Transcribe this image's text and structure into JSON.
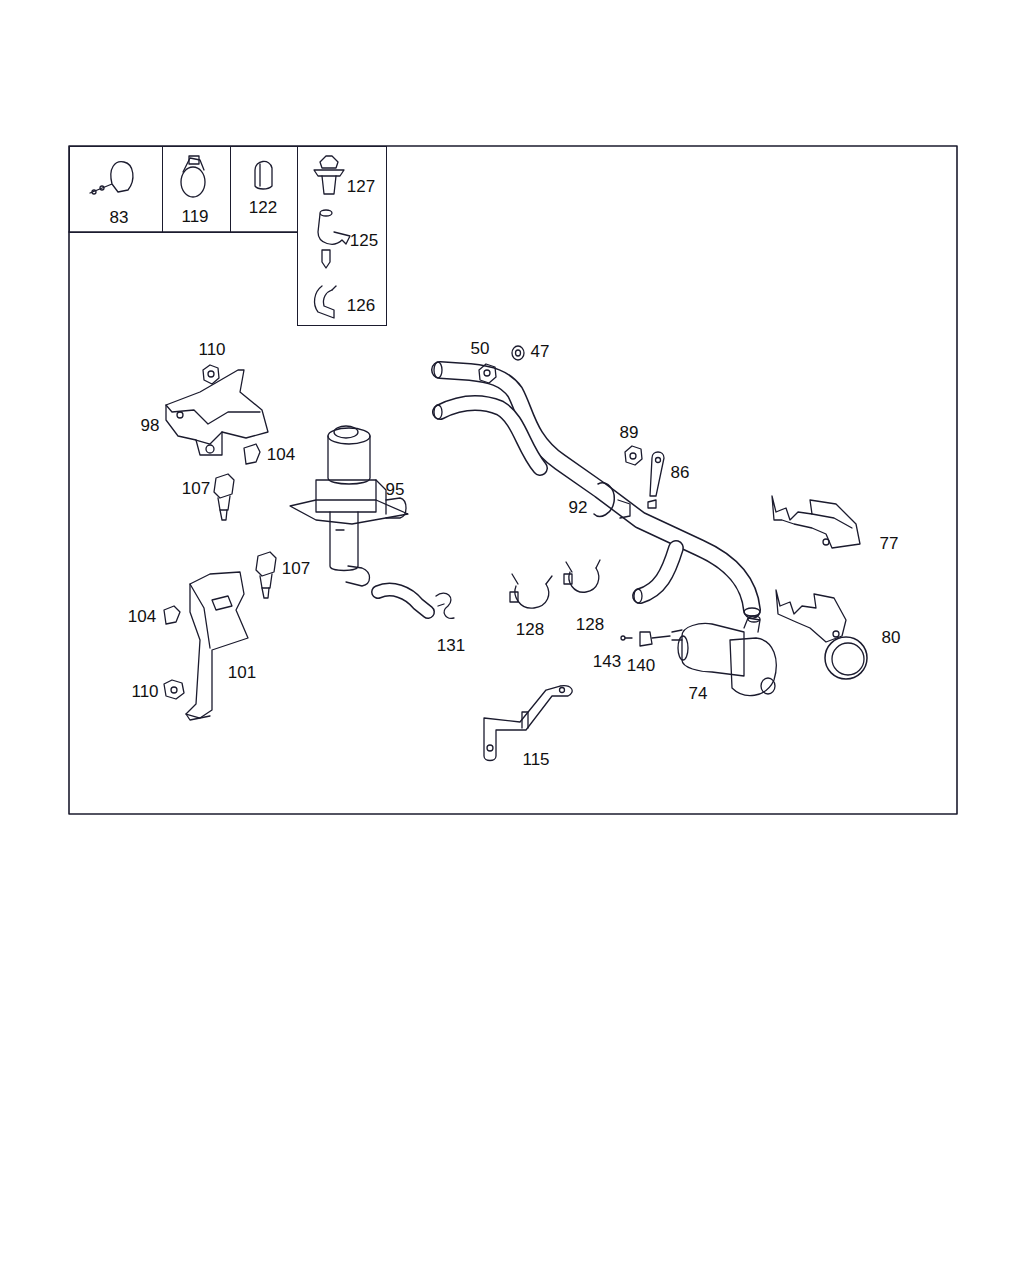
{
  "diagram": {
    "nodes": [
      {
        "text": [
          "83"
        ]
      },
      {
        "text": [
          "119"
        ]
      },
      {
        "text": [
          "122"
        ]
      },
      {
        "text": [
          "127",
          "125",
          "126"
        ]
      }
    ],
    "labels": [
      "110",
      "50",
      "47",
      "98",
      "104",
      "89",
      "86",
      "107",
      "95",
      "92",
      "77",
      "107",
      "128",
      "128",
      "104",
      "80",
      "131",
      "143",
      "140",
      "110",
      "101",
      "74",
      "115"
    ]
  }
}
